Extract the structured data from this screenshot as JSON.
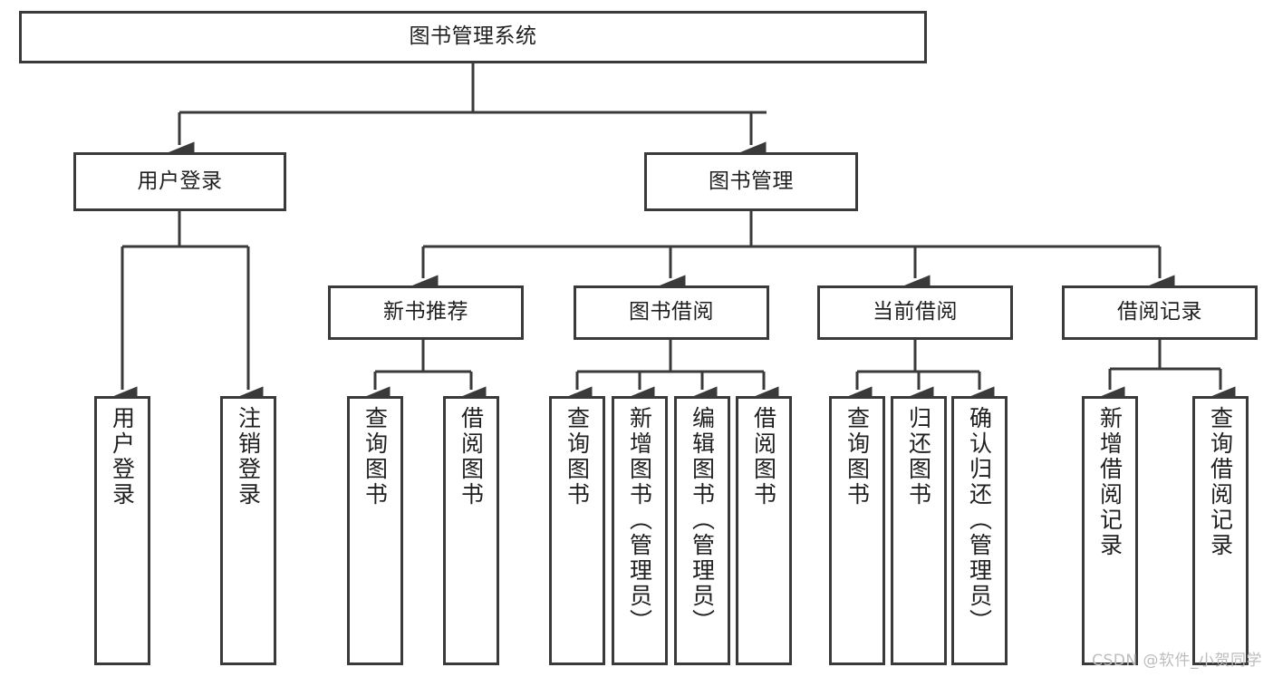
{
  "diagram": {
    "title": "图书管理系统",
    "type": "tree-hierarchy-diagram",
    "colors": {
      "box_border": "#3a3a3a",
      "box_fill": "#ffffff",
      "edge": "#3a3a3a",
      "text": "#1f1f1f",
      "watermark": "#bdbdbd",
      "background": "#ffffff"
    },
    "levels": {
      "root": "图书管理系统",
      "level2": [
        "用户登录",
        "图书管理"
      ],
      "level3": [
        "新书推荐",
        "图书借阅",
        "当前借阅",
        "借阅记录"
      ]
    }
  },
  "nodes": {
    "root": {
      "label": "图书管理系统"
    },
    "user_login": {
      "label": "用户登录"
    },
    "book_manage": {
      "label": "图书管理"
    },
    "new_book_rec": {
      "label": "新书推荐"
    },
    "book_borrow": {
      "label": "图书借阅"
    },
    "current_borrow": {
      "label": "当前借阅"
    },
    "borrow_record": {
      "label": "借阅记录"
    },
    "leaf_user_login": {
      "label": "用户登录"
    },
    "leaf_logout": {
      "label": "注销登录"
    },
    "leaf_query_book_a": {
      "label": "查询图书"
    },
    "leaf_borrow_book_a": {
      "label": "借阅图书"
    },
    "leaf_query_book_b": {
      "label": "查询图书"
    },
    "leaf_add_book": {
      "label": "新增图书（管理员）"
    },
    "leaf_edit_book": {
      "label": "编辑图书（管理员）"
    },
    "leaf_borrow_book_b": {
      "label": "借阅图书"
    },
    "leaf_query_book_c": {
      "label": "查询图书"
    },
    "leaf_return_book": {
      "label": "归还图书"
    },
    "leaf_confirm_return": {
      "label": "确认归还（管理员）"
    },
    "leaf_add_record": {
      "label": "新增借阅记录"
    },
    "leaf_query_record": {
      "label": "查询借阅记录"
    }
  },
  "watermark": {
    "text": "CSDN @软件_小贺同学"
  }
}
